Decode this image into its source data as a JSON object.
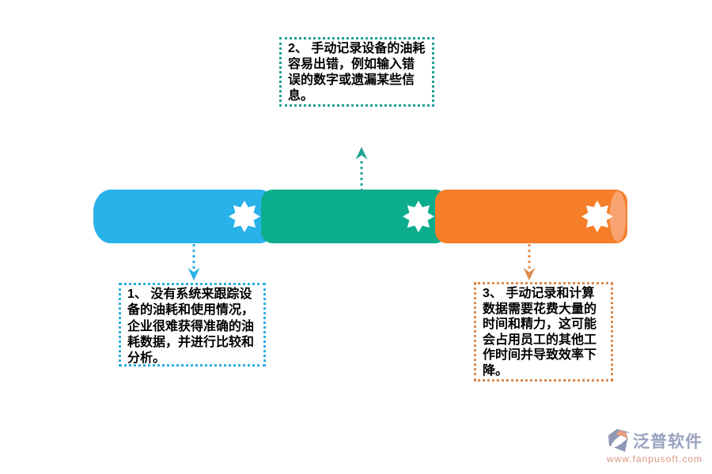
{
  "diagram": {
    "title_hint": "three-problem horizontal cylinder diagram",
    "bar": {
      "segments": [
        {
          "name": "segment-1",
          "color": "#29B2E9"
        },
        {
          "name": "segment-2",
          "color": "#0CAD8D"
        },
        {
          "name": "segment-3",
          "color": "#F67E29"
        }
      ],
      "cap_color": "#F8A370",
      "star_color": "#FFFFFF"
    },
    "connectors": [
      {
        "target": "callout-1",
        "direction": "down",
        "color": "#29B2E9"
      },
      {
        "target": "callout-2",
        "direction": "up",
        "color": "#1FA195"
      },
      {
        "target": "callout-3",
        "direction": "down",
        "color": "#DD8A4F"
      }
    ],
    "callouts": [
      {
        "id": "1",
        "border_color": "#2BAEE3",
        "lines": [
          "1、 没有系统来跟踪设",
          "备的油耗和使用情况，",
          "企业很难获得准确的油",
          "耗数据，并进行比较和",
          "分析。"
        ]
      },
      {
        "id": "2",
        "border_color": "#1FA195",
        "lines": [
          "2、 手动记录设备的油耗",
          "容易出错，例如输入错",
          "误的数字或遗漏某些信",
          "息。"
        ]
      },
      {
        "id": "3",
        "border_color": "#DD8A4F",
        "lines": [
          "3、 手动记录和计算",
          "数据需要花费大量的",
          "时间和精力，这可能",
          "会占用员工的其他工",
          "作时间并导致效率下",
          "降。"
        ]
      }
    ]
  },
  "watermark": {
    "brand": "泛普软件",
    "url": "www.fanpusoft.com",
    "brand_color": "#9AA3BE",
    "url_color": "#DB937E",
    "logo_gray": "#8E99B5",
    "logo_orange": "#E59C80"
  }
}
